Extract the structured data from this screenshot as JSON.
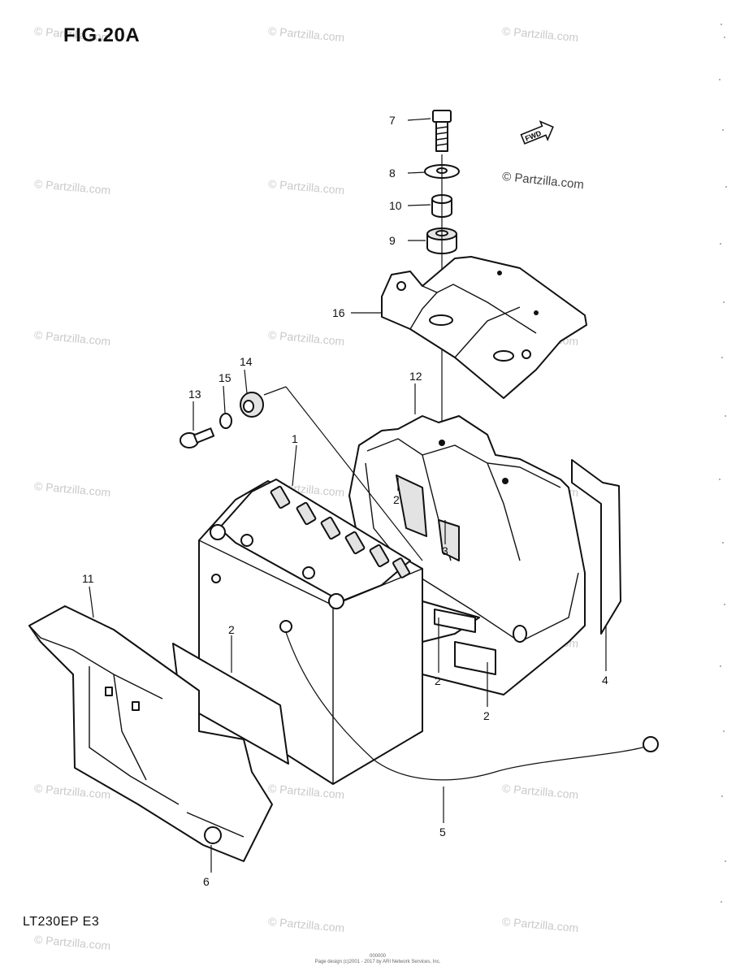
{
  "figure": {
    "title": "FIG.20A",
    "model": "LT230EP  E3"
  },
  "watermark": {
    "text": "© Partzilla.com"
  },
  "footer": {
    "line1": "000000",
    "line2": "Page design (c)2001 - 2017 by ARI Network Services, Inc."
  },
  "direction_tag": {
    "label": "FWD"
  },
  "callouts": [
    {
      "id": "callout-1",
      "label": "1"
    },
    {
      "id": "callout-2a",
      "label": "2"
    },
    {
      "id": "callout-2b",
      "label": "2"
    },
    {
      "id": "callout-2c",
      "label": "2"
    },
    {
      "id": "callout-2d",
      "label": "2"
    },
    {
      "id": "callout-3",
      "label": "3"
    },
    {
      "id": "callout-4",
      "label": "4"
    },
    {
      "id": "callout-5",
      "label": "5"
    },
    {
      "id": "callout-6",
      "label": "6"
    },
    {
      "id": "callout-7",
      "label": "7"
    },
    {
      "id": "callout-8",
      "label": "8"
    },
    {
      "id": "callout-9",
      "label": "9"
    },
    {
      "id": "callout-10",
      "label": "10"
    },
    {
      "id": "callout-11",
      "label": "11"
    },
    {
      "id": "callout-12",
      "label": "12"
    },
    {
      "id": "callout-13",
      "label": "13"
    },
    {
      "id": "callout-14",
      "label": "14"
    },
    {
      "id": "callout-15",
      "label": "15"
    },
    {
      "id": "callout-16",
      "label": "16"
    }
  ]
}
